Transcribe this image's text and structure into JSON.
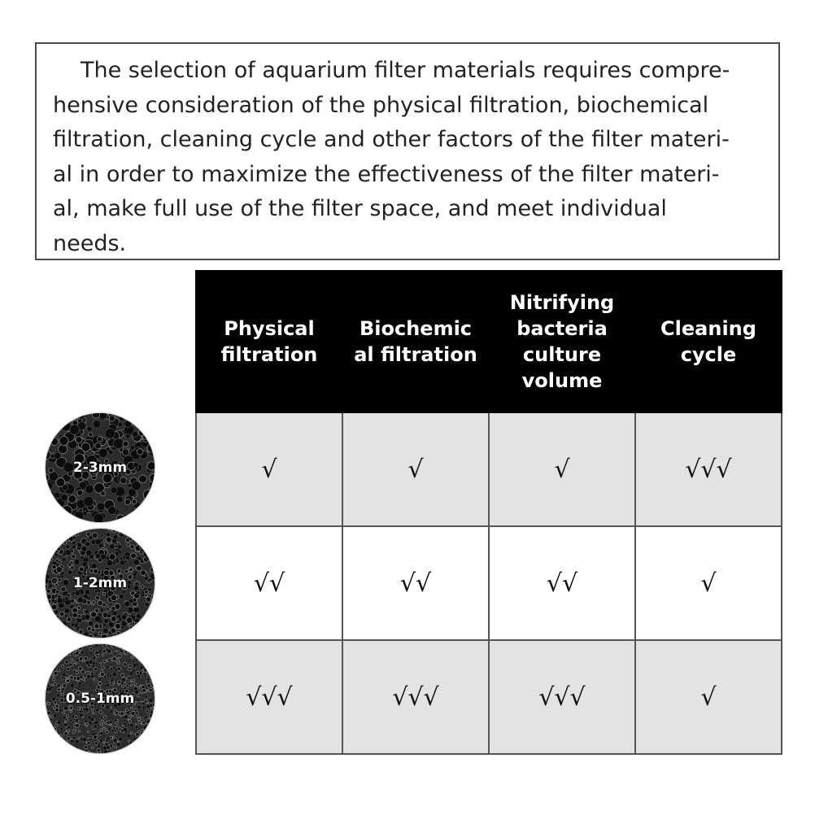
{
  "intro": {
    "lines": [
      "The selection of aquarium filter materials requires compre-",
      "hensive consideration of the physical filtration, biochemical",
      "filtration, cleaning cycle and other factors of the filter materi-",
      "al in order to maximize the effectiveness of the filter materi-",
      "al, make full use of the filter space, and meet individual",
      "needs."
    ]
  },
  "table": {
    "headers": [
      [
        "Physical",
        "filtration"
      ],
      [
        "Biochemic",
        "al filtration"
      ],
      [
        "Nitrifying",
        "bacteria",
        "culture",
        "volume"
      ],
      [
        "Cleaning",
        "cycle"
      ]
    ],
    "rows": [
      {
        "label": "2-3mm",
        "cells": [
          "√",
          "√",
          "√",
          "√√√"
        ]
      },
      {
        "label": "1-2mm",
        "cells": [
          "√√",
          "√√",
          "√√",
          "√"
        ]
      },
      {
        "label": "0.5-1mm",
        "cells": [
          "√√√",
          "√√√",
          "√√√",
          "√"
        ]
      }
    ]
  },
  "colors": {
    "header_bg": "#000000",
    "header_text": "#ffffff",
    "shaded_row": "#e3e3e3",
    "plain_row": "#ffffff",
    "border": "#555555"
  }
}
